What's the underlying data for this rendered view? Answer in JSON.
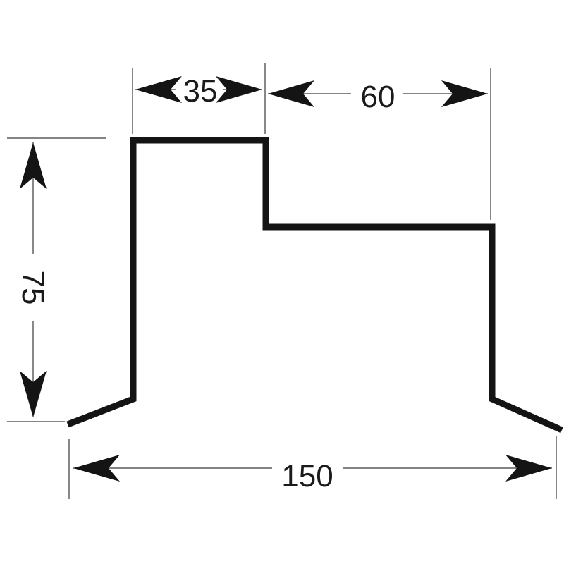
{
  "dimensions": {
    "top_left_width": "35",
    "top_right_width": "60",
    "height": "75",
    "overall_width": "150"
  },
  "colors": {
    "line": "#141414",
    "background": "#ffffff"
  }
}
